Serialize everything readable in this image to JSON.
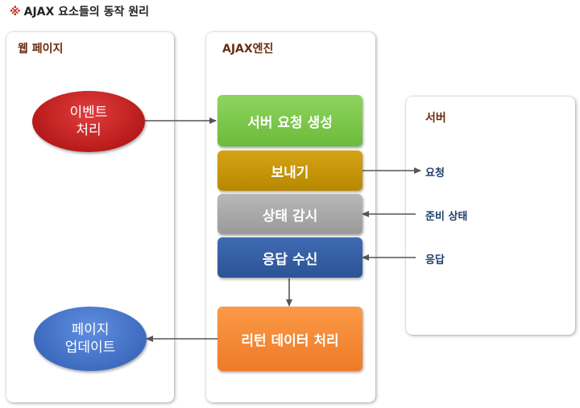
{
  "title": {
    "mark": "※",
    "text": "AJAX 요소들의 동작 원리"
  },
  "panels": {
    "web_page": "웹 페이지",
    "ajax_engine": "AJAX엔진",
    "server": "서버"
  },
  "web_page": {
    "event": {
      "line1": "이벤트",
      "line2": "처리"
    },
    "update": {
      "line1": "페이지",
      "line2": "업데이트"
    }
  },
  "ajax_engine": {
    "create_request": "서버 요청 생성",
    "send": "보내기",
    "monitor": "상태 감시",
    "receive": "응답 수신",
    "return_data": "리턴 데이터 처리"
  },
  "server_labels": {
    "request": "요청",
    "ready_state": "준비 상태",
    "response": "응답"
  },
  "colors": {
    "create_request": "#77c445",
    "send": "#c49300",
    "monitor": "#a8a8a8",
    "receive": "#30589e",
    "return_data": "#f48432",
    "event": "#c81818",
    "update": "#3f6fc6",
    "panel_label": "#6b2d0e",
    "server_label": "#1f3f6b"
  }
}
